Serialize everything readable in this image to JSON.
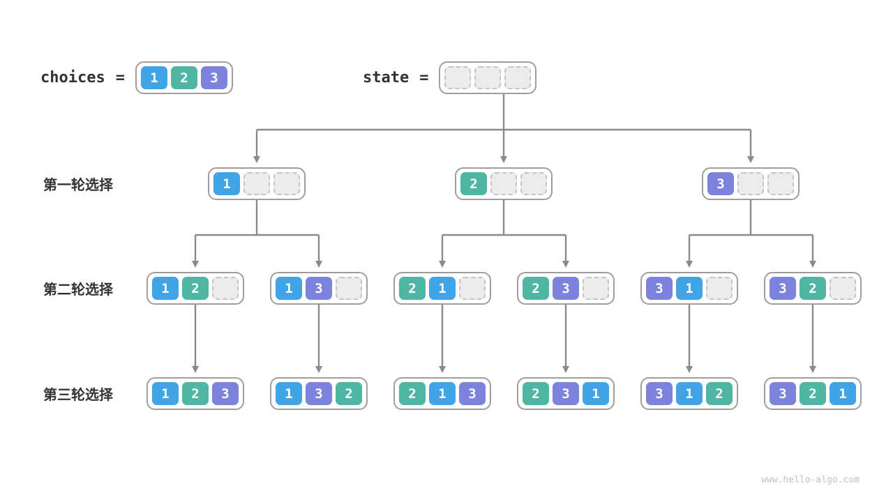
{
  "watermark": "www.hello-algo.com",
  "colors": {
    "c1": "#41A4E6",
    "c2": "#4FB6A3",
    "c3": "#7D83DC",
    "empty_bg": "#ECECEC",
    "empty_border": "#C4C4C4",
    "box_border": "#9E9E9E",
    "arrow": "#8A8A8A",
    "text": "#333333"
  },
  "header": {
    "choices_label": "choices",
    "equals": "=",
    "state_label": "state",
    "choices_cells": [
      "1",
      "2",
      "3"
    ],
    "state_cells": [
      "",
      "",
      ""
    ]
  },
  "rows": [
    {
      "label": "第一轮选择",
      "boxes": [
        [
          "1",
          "",
          ""
        ],
        [
          "2",
          "",
          ""
        ],
        [
          "3",
          "",
          ""
        ]
      ]
    },
    {
      "label": "第二轮选择",
      "boxes": [
        [
          "1",
          "2",
          ""
        ],
        [
          "1",
          "3",
          ""
        ],
        [
          "2",
          "1",
          ""
        ],
        [
          "2",
          "3",
          ""
        ],
        [
          "3",
          "1",
          ""
        ],
        [
          "3",
          "2",
          ""
        ]
      ]
    },
    {
      "label": "第三轮选择",
      "boxes": [
        [
          "1",
          "2",
          "3"
        ],
        [
          "1",
          "3",
          "2"
        ],
        [
          "2",
          "1",
          "3"
        ],
        [
          "2",
          "3",
          "1"
        ],
        [
          "3",
          "1",
          "2"
        ],
        [
          "3",
          "2",
          "1"
        ]
      ]
    }
  ]
}
